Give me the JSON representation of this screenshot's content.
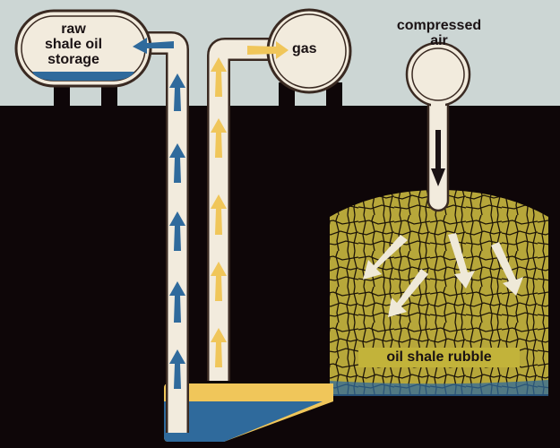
{
  "diagram": {
    "labels": {
      "storage_line1": "raw",
      "storage_line2": "shale oil",
      "storage_line3": "storage",
      "gas": "gas",
      "air_line1": "compressed",
      "air_line2": "air",
      "rubble": "oil shale rubble"
    },
    "colors": {
      "sky": "#ccd6d4",
      "ground": "#0e0608",
      "tank_fill": "#f2ebdd",
      "outline": "#3a2a22",
      "oil_blue": "#2f6a9c",
      "gas_yellow": "#f0c65a",
      "rubble": "#b7a73a",
      "rubble_cracks": "#1c1408"
    },
    "flows": [
      {
        "name": "oil-flow",
        "direction": "up-then-left",
        "color": "#2f6a9c"
      },
      {
        "name": "gas-flow",
        "direction": "up-then-right",
        "color": "#f0c65a"
      },
      {
        "name": "air-flow",
        "direction": "down",
        "color": "#1a1214"
      }
    ]
  }
}
